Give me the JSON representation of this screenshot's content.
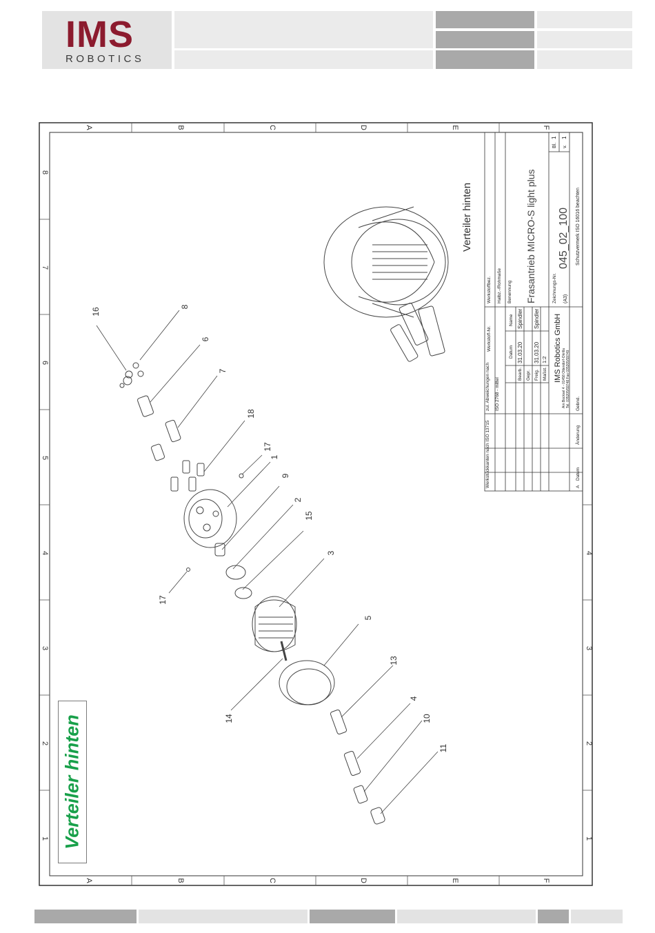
{
  "header": {
    "logo_main": "IMS",
    "logo_sub": "ROBOTICS",
    "brand_color": "#8c1b2e"
  },
  "drawing": {
    "side_label": "Verteiler hinten",
    "view_title": "Verteiler hinten",
    "column_letters": [
      "A",
      "B",
      "C",
      "D",
      "E",
      "F"
    ],
    "row_numbers": [
      "8",
      "7",
      "6",
      "5",
      "4",
      "3",
      "2",
      "1"
    ],
    "part_callouts": [
      "16",
      "8",
      "6",
      "7",
      "18",
      "17",
      "1",
      "9",
      "2",
      "15",
      "3",
      "17",
      "5",
      "14",
      "13",
      "4",
      "10",
      "11"
    ],
    "title_block": {
      "general_tolerances": "Werkstückkanten nach ISO 13715",
      "general_tolerances_2": "zul. Abweichungen nach",
      "iso": "ISO 2768 - mittel",
      "material_no_label": "Werkstoff-Nr.",
      "material_label": "Werkstoffbez.",
      "blank_label": "Halbz.-/Rohmaße",
      "name_label": "Benennung",
      "date_col": "Datum",
      "name_col": "Name",
      "drawn_label": "Bearb.",
      "drawn_date": "31.03.20",
      "drawn_name": "Spindler",
      "checked_label": "Gepr.",
      "release_label": "Freig.",
      "release_date": "31.03.20",
      "release_name": "Spindler",
      "scale_label": "Maßst.",
      "scale_value": "1:2",
      "company": "IMS Robotics GmbH",
      "address": "Am Bocksel 4 - 01458 Ottendorf-Okrilla",
      "phone": "Tel. 035205/59748 Fax 035205/59749",
      "title": "Frasantrieb MICRO-S light plus",
      "drawing_no_label": "Zeichnungs-Nr.",
      "drawing_no": "045_02_100",
      "format": "(A3)",
      "sheet_label": "Bl.",
      "sheet_value": "1",
      "version_label": "v.",
      "version_value": "1",
      "protection_note": "Schutzvermerk ISO 16016 beachten",
      "rev_col_a": "A",
      "rev_col_date": "Datum",
      "rev_col_change": "Änderung",
      "rev_col_by": "Gebnd."
    }
  }
}
